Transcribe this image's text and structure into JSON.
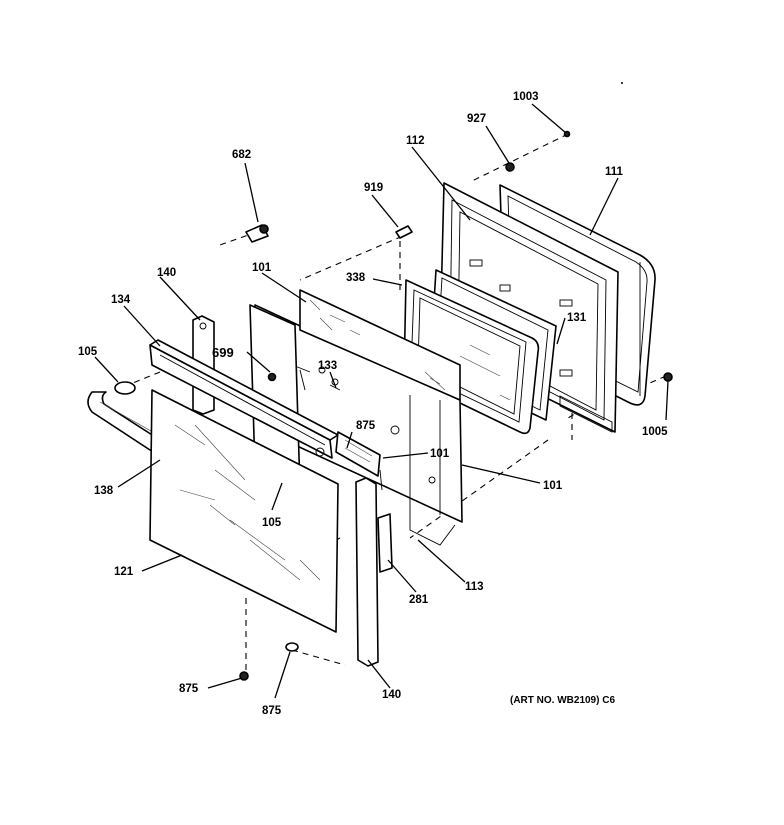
{
  "diagram": {
    "callouts": {
      "c1003": "1003",
      "c927": "927",
      "c112": "112",
      "c111": "111",
      "c682": "682",
      "c919": "919",
      "c338": "338",
      "c140_top": "140",
      "c101_top": "101",
      "c134": "134",
      "c131": "131",
      "c105_left": "105",
      "c699": "699",
      "c133": "133",
      "c875_mid": "875",
      "c1005": "1005",
      "c101_mid": "101",
      "c101_right": "101",
      "c138": "138",
      "c105_bottom": "105",
      "c121": "121",
      "c281": "281",
      "c113": "113",
      "c875_left": "875",
      "c875_bottom": "875",
      "c140_bottom": "140"
    },
    "art_number": "(ART NO. WB2109) C6"
  }
}
